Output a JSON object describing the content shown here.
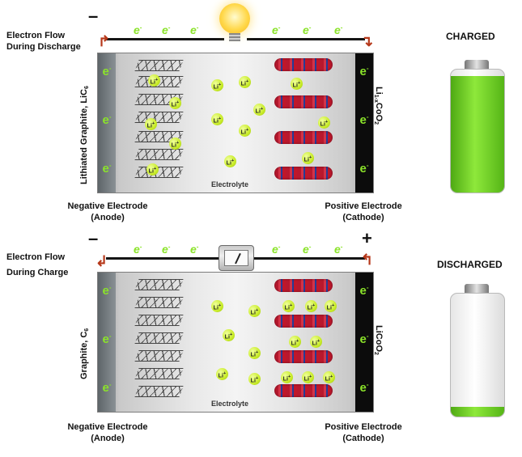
{
  "top": {
    "flow_label_line1": "Electron Flow",
    "flow_label_line2": "During Discharge",
    "neg_sign": "–",
    "left_material": "Lithiated Graphite, LiC",
    "left_material_sub": "6",
    "right_material": "Li",
    "right_material_sub": "1-x",
    "right_material_tail": "CoO",
    "right_material_tail_sub": "2",
    "electrolyte": "Electrolyte",
    "neg_electrode_line1": "Negative Electrode",
    "neg_electrode_line2": "(Anode)",
    "pos_electrode_line1": "Positive Electrode",
    "pos_electrode_line2": "(Cathode)",
    "device": "light-bulb-icon"
  },
  "bottom": {
    "flow_label_line1": "Electron Flow",
    "flow_label_line2": "During Charge",
    "neg_sign": "–",
    "pos_sign": "+",
    "left_material": "Graphite, C",
    "left_material_sub": "6",
    "right_material": "LiCoO",
    "right_material_sub": "2",
    "electrolyte": "Electrolyte",
    "neg_electrode_line1": "Negative Electrode",
    "neg_electrode_line2": "(Anode)",
    "pos_electrode_line1": "Positive Electrode",
    "pos_electrode_line2": "(Cathode)",
    "device": "meter-icon"
  },
  "symbols": {
    "electron": "e",
    "electron_sup": "-",
    "ion": "Li",
    "ion_sup": "+"
  },
  "batteries": {
    "charged_title": "CHARGED",
    "charged_level": 0.95,
    "discharged_title": "DISCHARGED",
    "discharged_level": 0.08
  },
  "colors": {
    "electron_green": "#8be32a",
    "ion_green": "#c9ec29",
    "arrow_red": "#b6381a",
    "battery_green": "#6cce22"
  }
}
